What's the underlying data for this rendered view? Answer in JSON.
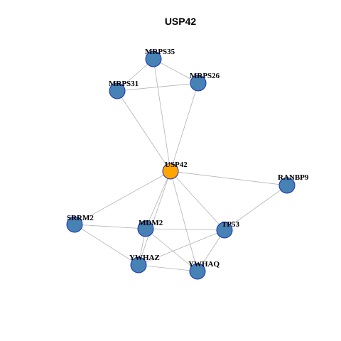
{
  "title": "USP42",
  "colors": {
    "hub_fill": "#FFA500",
    "node_fill": "#4682B4",
    "node_stroke": "#1a2fb8",
    "edge": "#b3b3b3"
  },
  "nodes": [
    {
      "id": "USP42",
      "label": "USP42",
      "hub": true
    },
    {
      "id": "MRPS35",
      "label": "MRPS35"
    },
    {
      "id": "MRPS31",
      "label": "MRPS31"
    },
    {
      "id": "MRPS26",
      "label": "MRPS26"
    },
    {
      "id": "RANBP9",
      "label": "RANBP9"
    },
    {
      "id": "SRRM2",
      "label": "SRRM2"
    },
    {
      "id": "MDM2",
      "label": "MDM2"
    },
    {
      "id": "TP53",
      "label": "TP53"
    },
    {
      "id": "YWHAZ",
      "label": "YWHAZ"
    },
    {
      "id": "YWHAQ",
      "label": "YWHAQ"
    }
  ],
  "edges": [
    [
      "MRPS35",
      "MRPS31"
    ],
    [
      "MRPS35",
      "MRPS26"
    ],
    [
      "MRPS31",
      "MRPS26"
    ],
    [
      "MRPS35",
      "USP42"
    ],
    [
      "MRPS31",
      "USP42"
    ],
    [
      "MRPS26",
      "USP42"
    ],
    [
      "USP42",
      "RANBP9"
    ],
    [
      "USP42",
      "SRRM2"
    ],
    [
      "USP42",
      "MDM2"
    ],
    [
      "USP42",
      "TP53"
    ],
    [
      "USP42",
      "YWHAZ"
    ],
    [
      "USP42",
      "YWHAQ"
    ],
    [
      "RANBP9",
      "TP53"
    ],
    [
      "SRRM2",
      "MDM2"
    ],
    [
      "SRRM2",
      "YWHAZ"
    ],
    [
      "MDM2",
      "TP53"
    ],
    [
      "MDM2",
      "YWHAZ"
    ],
    [
      "MDM2",
      "YWHAQ"
    ],
    [
      "TP53",
      "YWHAZ"
    ],
    [
      "TP53",
      "YWHAQ"
    ],
    [
      "YWHAZ",
      "YWHAQ"
    ]
  ]
}
